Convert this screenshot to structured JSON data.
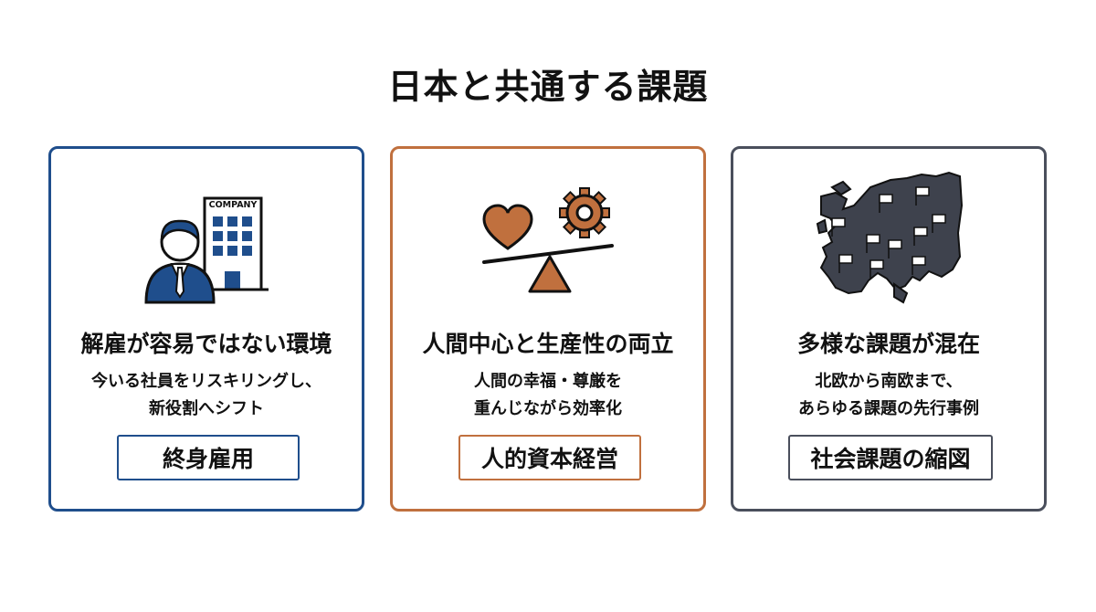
{
  "page": {
    "title": "日本と共通する課題"
  },
  "cards": [
    {
      "heading": "解雇が容易ではない環境",
      "body_lines": [
        "今いる社員をリスキリングし、",
        "新役割へシフト"
      ],
      "tag": "終身雇用",
      "icon_label": "COMPANY",
      "icon": "businessman-office-building-icon",
      "color": "#1f4e8c"
    },
    {
      "heading": "人間中心と生産性の両立",
      "body_lines": [
        "人間の幸福・尊厳を",
        "重んじながら効率化"
      ],
      "tag": "人的資本経営",
      "icon": "heart-gear-balance-icon",
      "color": "#c0703e"
    },
    {
      "heading": "多様な課題が混在",
      "body_lines": [
        "北欧から南欧まで、",
        "あらゆる課題の先行事例"
      ],
      "tag": "社会課題の縮図",
      "icon": "europe-map-flags-icon",
      "color": "#4a4f5c"
    }
  ]
}
